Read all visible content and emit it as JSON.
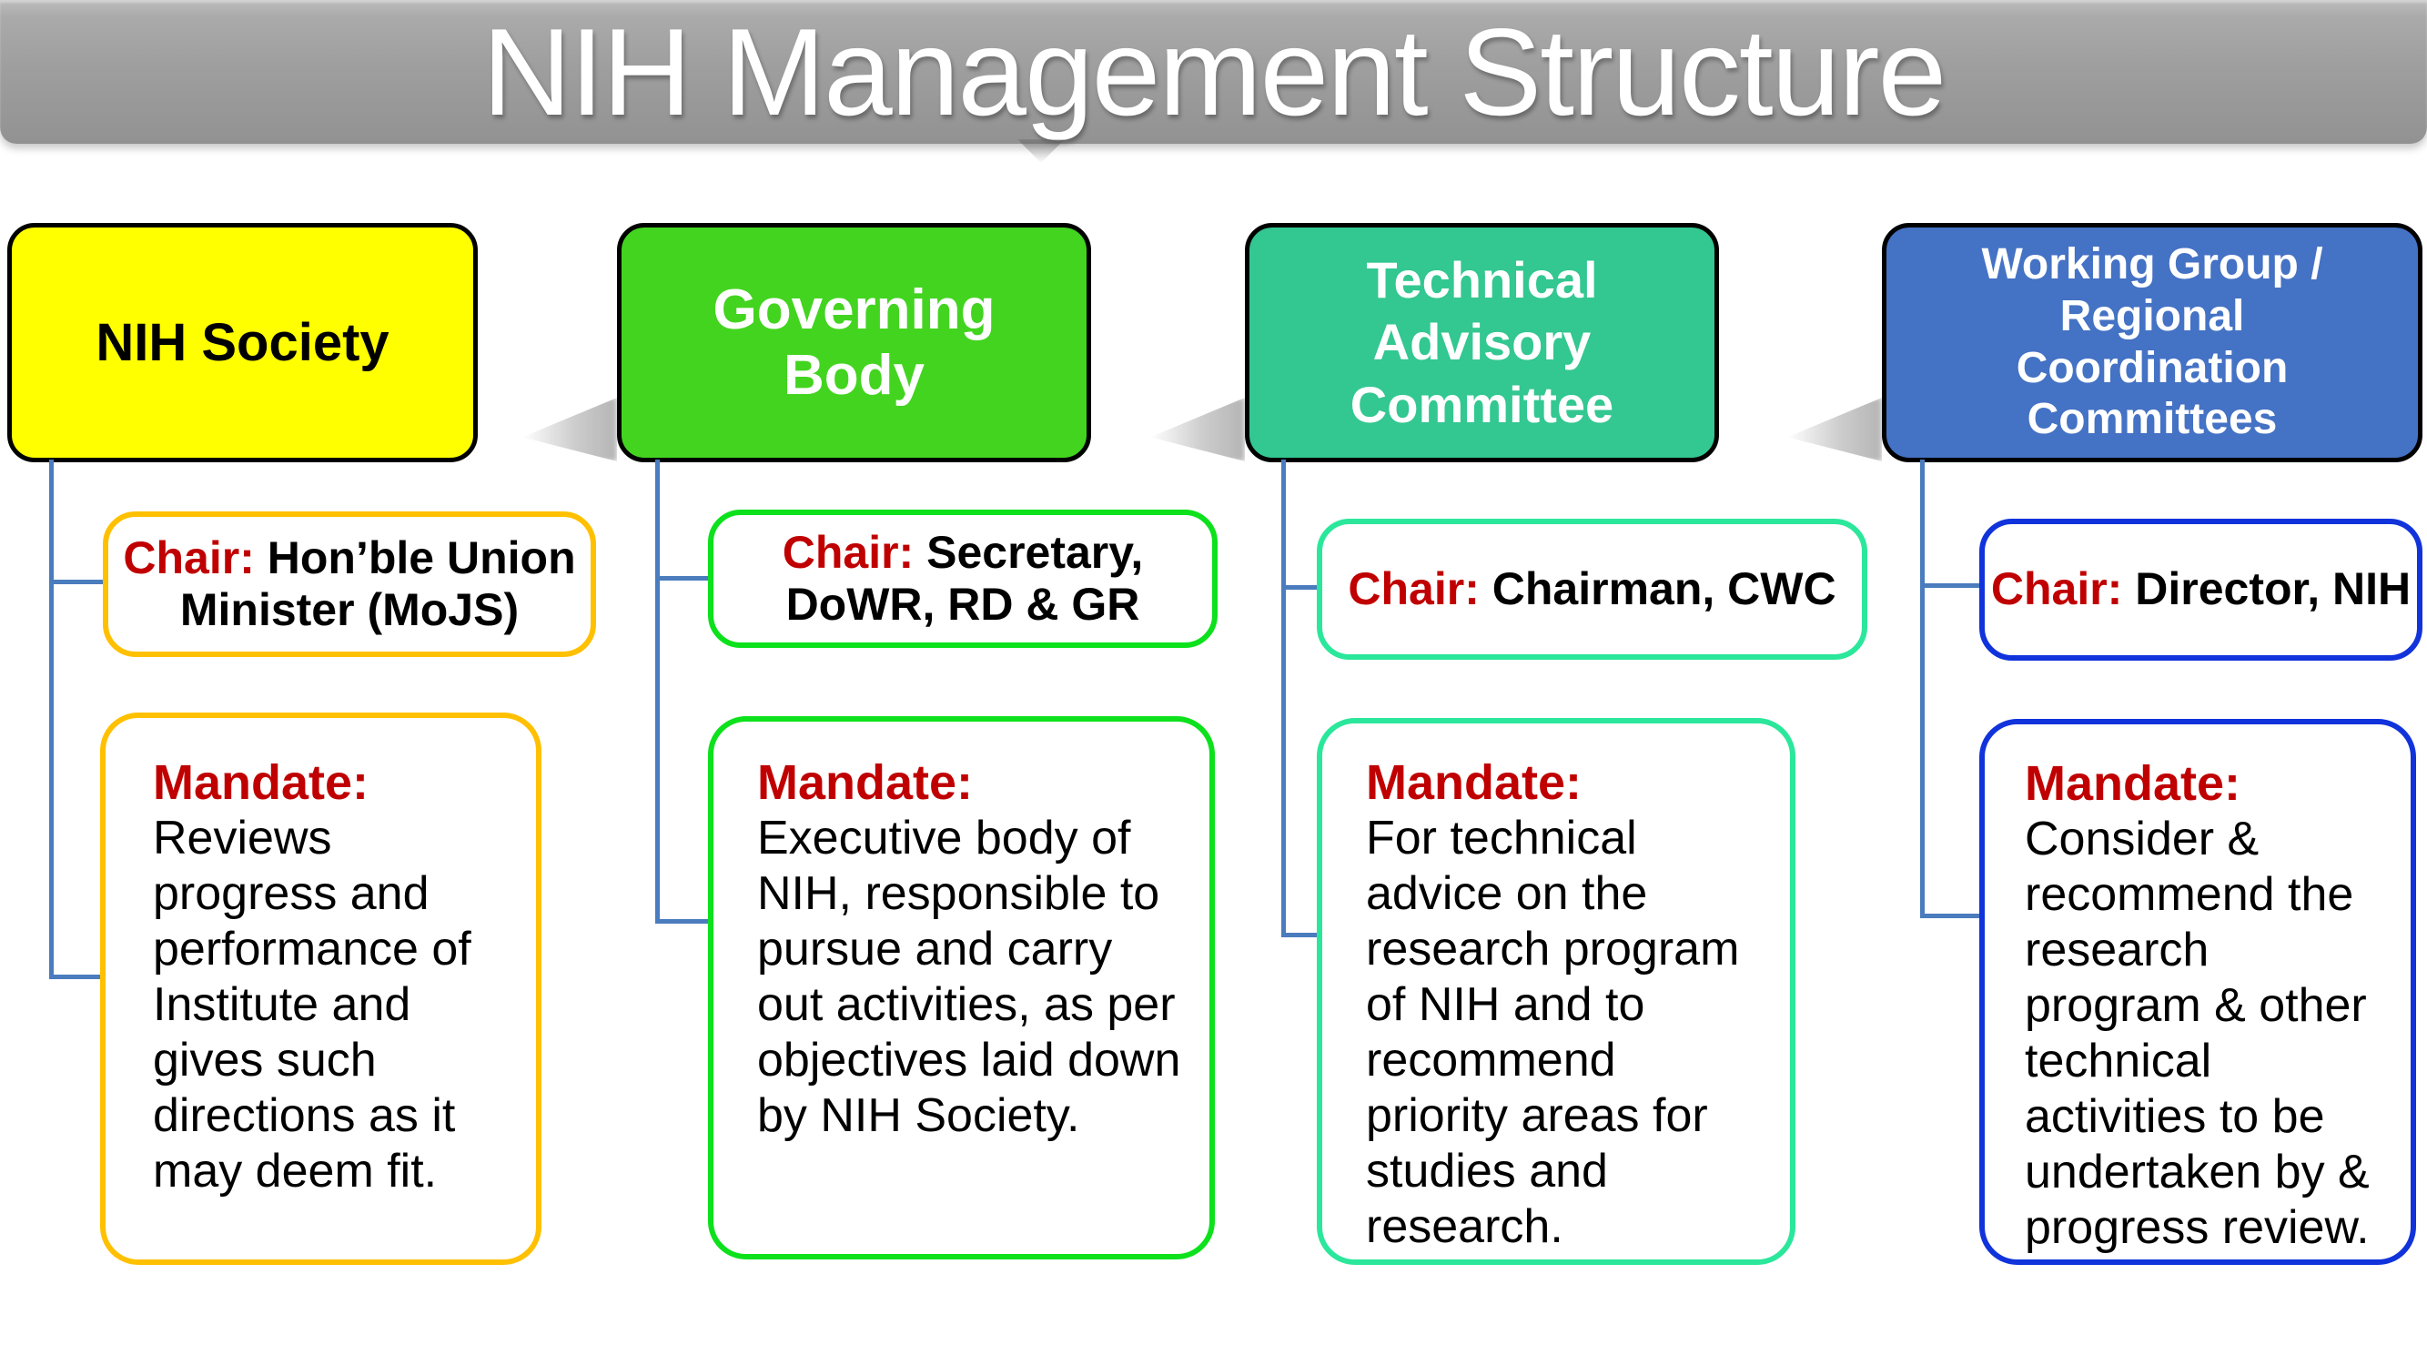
{
  "title": "NIH Management Structure",
  "labels": {
    "chair": "Chair:",
    "mandate": "Mandate:"
  },
  "colors": {
    "connector": "#4A7CBE",
    "label_red": "#C00000",
    "banner_top": "#BCBCBC",
    "banner_bottom": "#929292",
    "title_text": "#FFFFFF"
  },
  "columns": [
    {
      "id": "nih-society",
      "header": "NIH Society",
      "chair": "Hon’ble Union\nMinister (MoJS)",
      "mandate": "Reviews\nprogress and\nperformance of\nInstitute and\ngives such\ndirections as it\nmay deem fit.",
      "colors": {
        "header_fill": "#FFFF00",
        "header_text": "#000000",
        "accent": "#FFC000"
      }
    },
    {
      "id": "governing-body",
      "header": "Governing Body",
      "chair": "Secretary,\nDoWR,  RD & GR",
      "mandate": "Executive body of\nNIH, responsible to\npursue and carry\nout activities, as per\nobjectives laid down\nby NIH Society.",
      "colors": {
        "header_fill": "#43D420",
        "header_text": "#FFFFFF",
        "accent": "#0CE11C"
      }
    },
    {
      "id": "technical-advisory-committee",
      "header": "Technical Advisory Committee",
      "chair": "Chairman, CWC",
      "mandate": "For technical\nadvice on the\nresearch program\nof NIH and to\nrecommend\npriority areas for\nstudies and\nresearch.",
      "colors": {
        "header_fill": "#33C791",
        "header_text": "#FFFFFF",
        "accent": "#2BE79B"
      }
    },
    {
      "id": "working-group-rcc",
      "header": "Working Group / Regional Coordination Committees",
      "chair": "Director, NIH",
      "mandate": "Consider &\nrecommend the\nresearch\nprogram & other\ntechnical\nactivities to be\nundertaken by &\nprogress review.",
      "colors": {
        "header_fill": "#4472C4",
        "header_text": "#FFFFFF",
        "accent": "#1133DB"
      }
    }
  ]
}
